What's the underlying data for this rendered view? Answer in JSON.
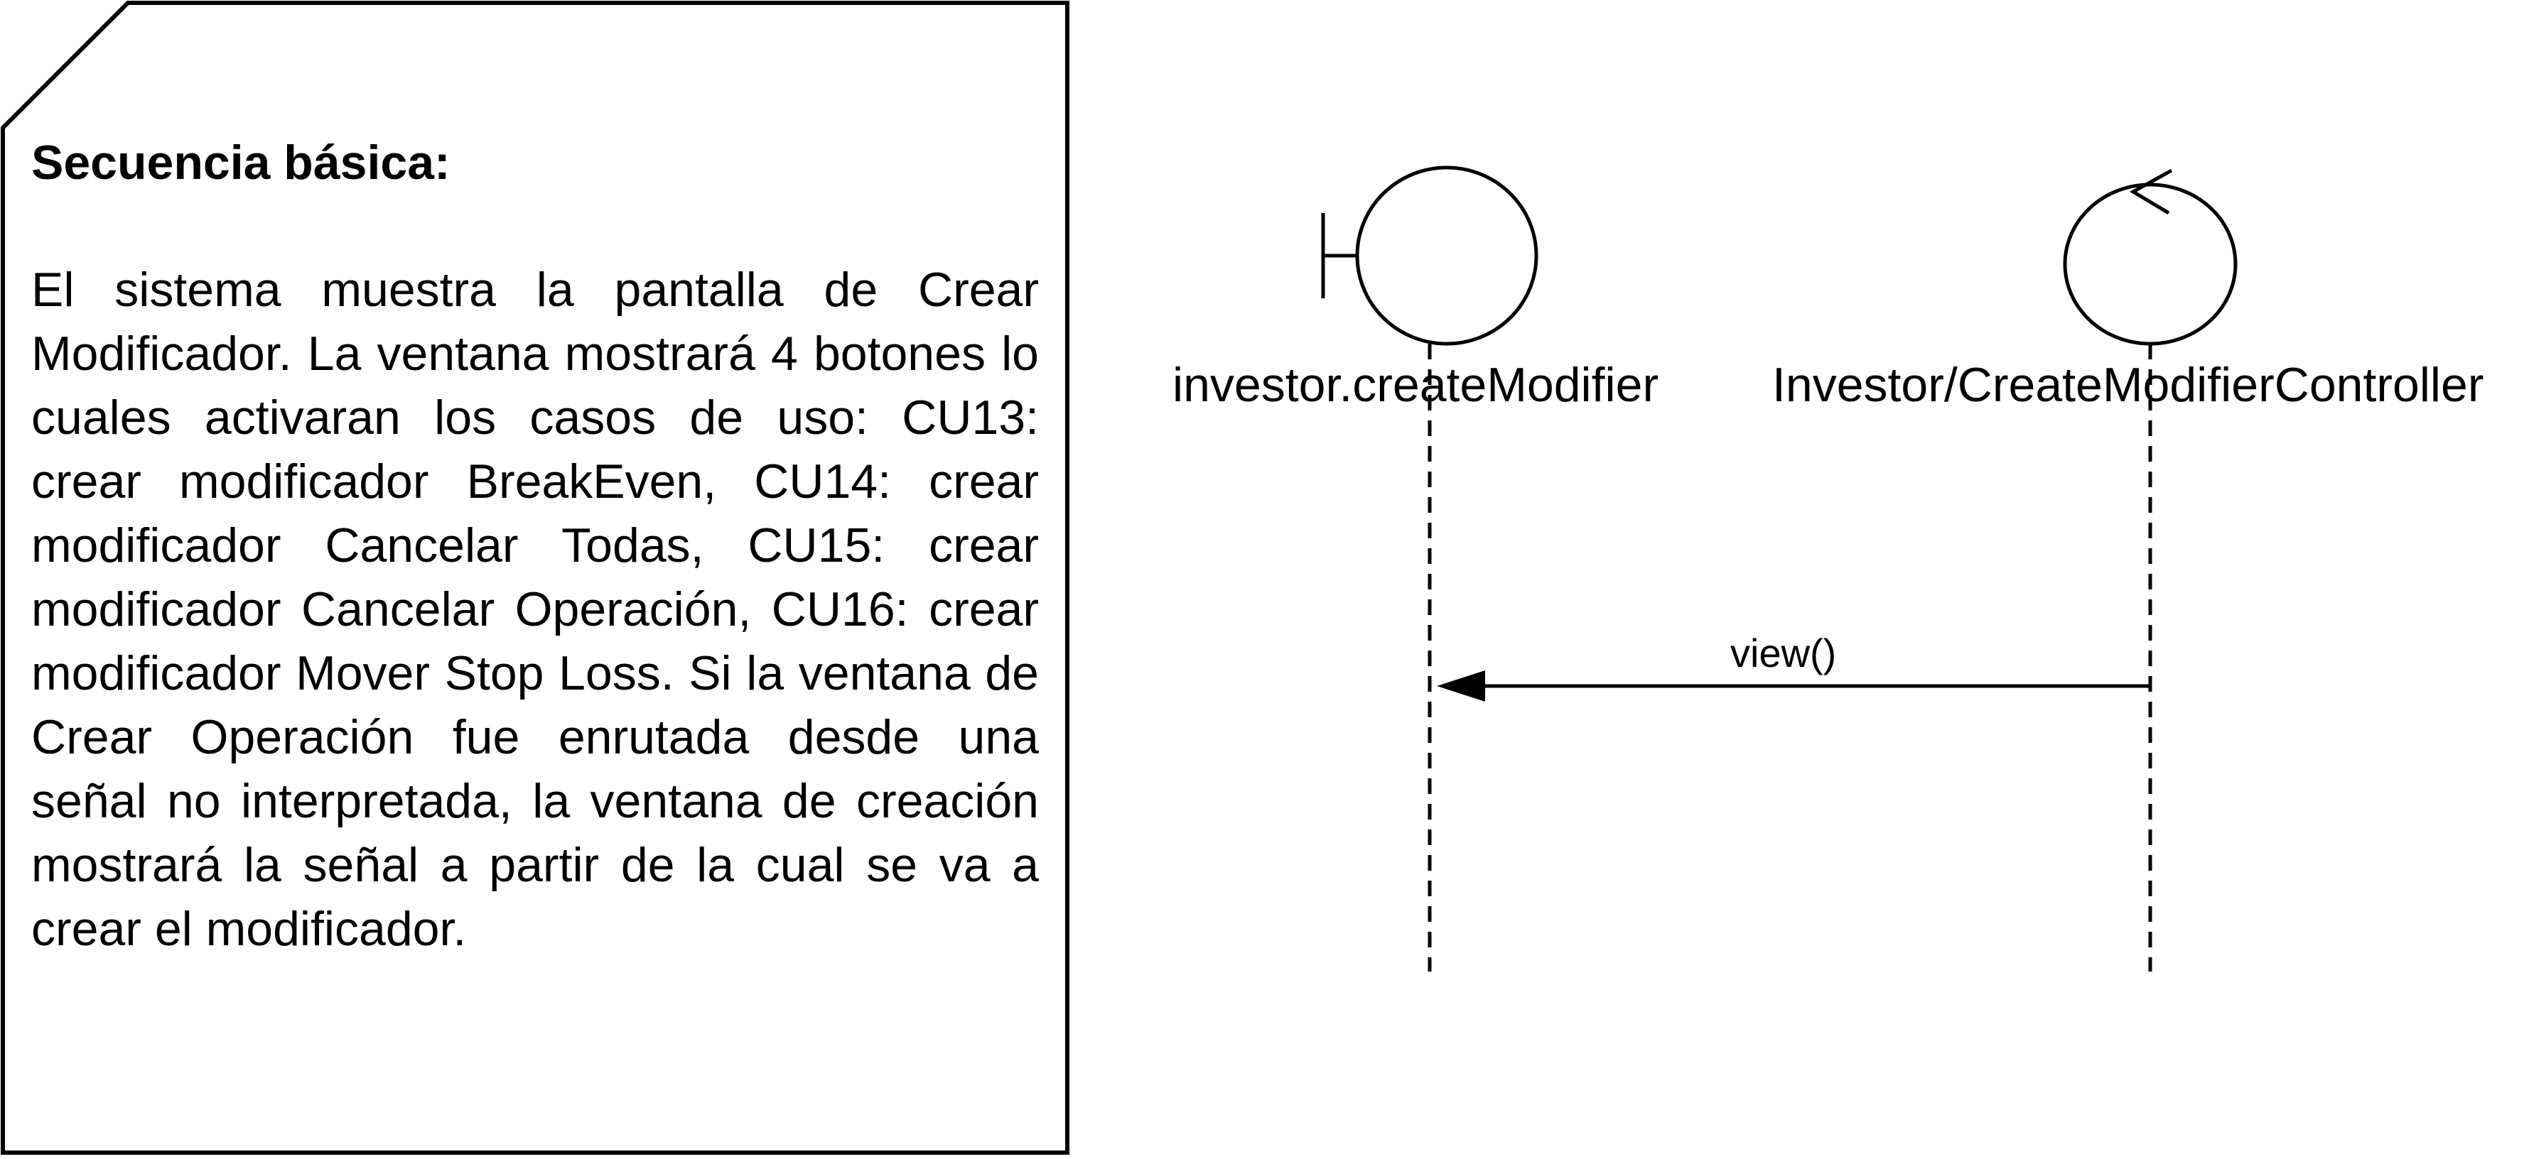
{
  "note": {
    "heading": "Secuencia básica:",
    "body": "El sistema muestra la pantalla de Crear Modificador. La ventana mostrará 4 botones lo cuales activaran los casos de uso: CU13: crear modificador BreakEven, CU14: crear modificador Cancelar Todas, CU15: crear modificador Cancelar Operación, CU16: crear modificador Mover Stop Loss. Si la ventana de Crear Operación fue enrutada desde una señal no interpretada, la ventana de creación mostrará la señal a partir de la cual se va a crear el modificador."
  },
  "participants": [
    {
      "type": "boundary",
      "label": "investor.createModifier"
    },
    {
      "type": "control",
      "label": "Investor/CreateModifierController"
    }
  ],
  "messages": [
    {
      "label": "view()",
      "from": "Investor/CreateModifierController",
      "to": "investor.createModifier"
    }
  ]
}
